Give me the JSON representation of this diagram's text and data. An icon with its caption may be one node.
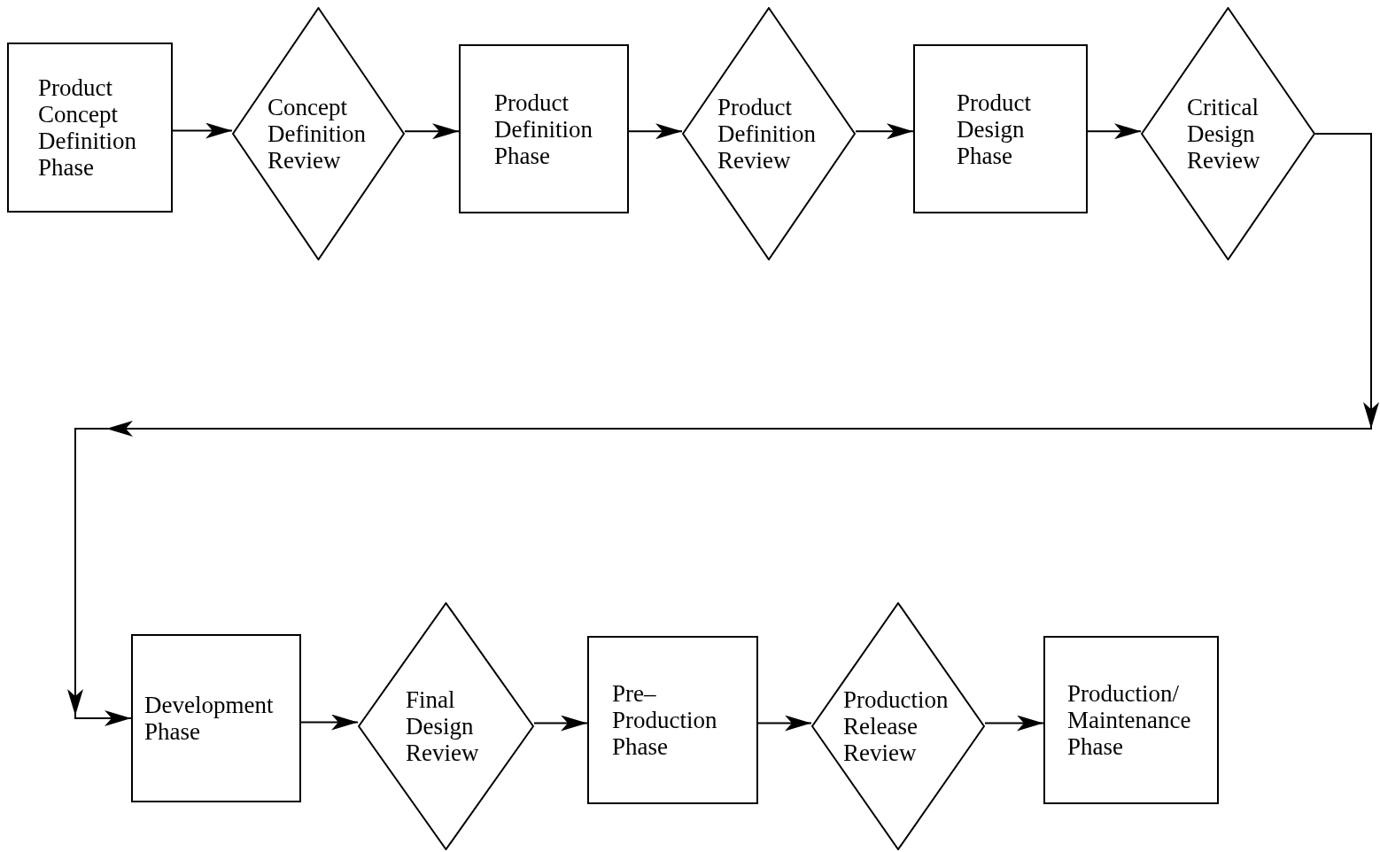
{
  "diagram": {
    "nodes": [
      {
        "text": [
          "Product Concept Definition Phase"
        ]
      },
      {
        "text": [
          "Concept Definition Review"
        ]
      },
      {
        "text": [
          "Product Definition Phase"
        ]
      },
      {
        "text": [
          "Product Definition Review"
        ]
      },
      {
        "text": [
          "Product Design Phase"
        ]
      },
      {
        "text": [
          "Critical Design Review"
        ]
      },
      {
        "text": [
          "Development Phase"
        ]
      },
      {
        "text": [
          "Final Design Review"
        ]
      },
      {
        "text": [
          "Pre– Production Phase"
        ]
      },
      {
        "text": [
          "Production Release Review"
        ]
      },
      {
        "text": [
          "Production/ Maintenance Phase"
        ]
      }
    ],
    "edges": [
      {
        "from": 0,
        "to": 1,
        "arrow": "to"
      },
      {
        "from": 1,
        "to": 2,
        "arrow": "to"
      },
      {
        "from": 2,
        "to": 3,
        "arrow": "to"
      },
      {
        "from": 3,
        "to": 4,
        "arrow": "to"
      },
      {
        "from": 4,
        "to": 5,
        "arrow": "to"
      },
      {
        "from": 5,
        "to": 6,
        "arrow": "to"
      },
      {
        "from": 6,
        "to": 7,
        "arrow": "to"
      },
      {
        "from": 7,
        "to": 8,
        "arrow": "to"
      },
      {
        "from": 8,
        "to": 9,
        "arrow": "to"
      },
      {
        "from": 9,
        "to": 10,
        "arrow": "to"
      }
    ]
  }
}
